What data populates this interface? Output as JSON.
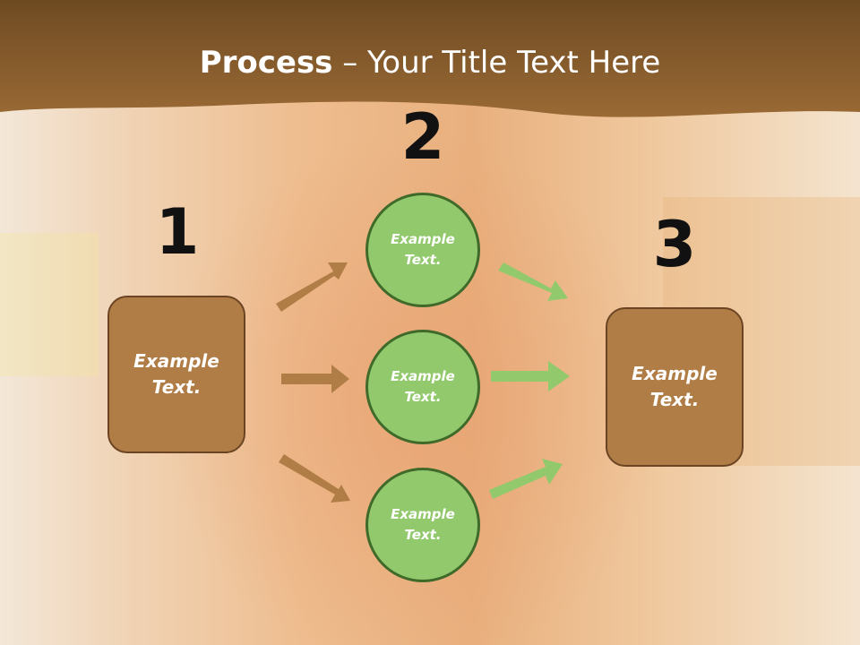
{
  "title": {
    "bold": "Process",
    "rest": " – Your Title Text Here"
  },
  "steps": {
    "n1": "1",
    "n2": "2",
    "n3": "3"
  },
  "left_box": {
    "text": "Example Text."
  },
  "right_box": {
    "text": "Example Text."
  },
  "circles": [
    {
      "text": "Example Text."
    },
    {
      "text": "Example Text."
    },
    {
      "text": "Example Text."
    }
  ],
  "colors": {
    "header": "#8c5f2c",
    "box": "#b17d46",
    "circle": "#92c96c",
    "brown_arrow": "#b17d46",
    "green_arrow": "#92c96c"
  }
}
